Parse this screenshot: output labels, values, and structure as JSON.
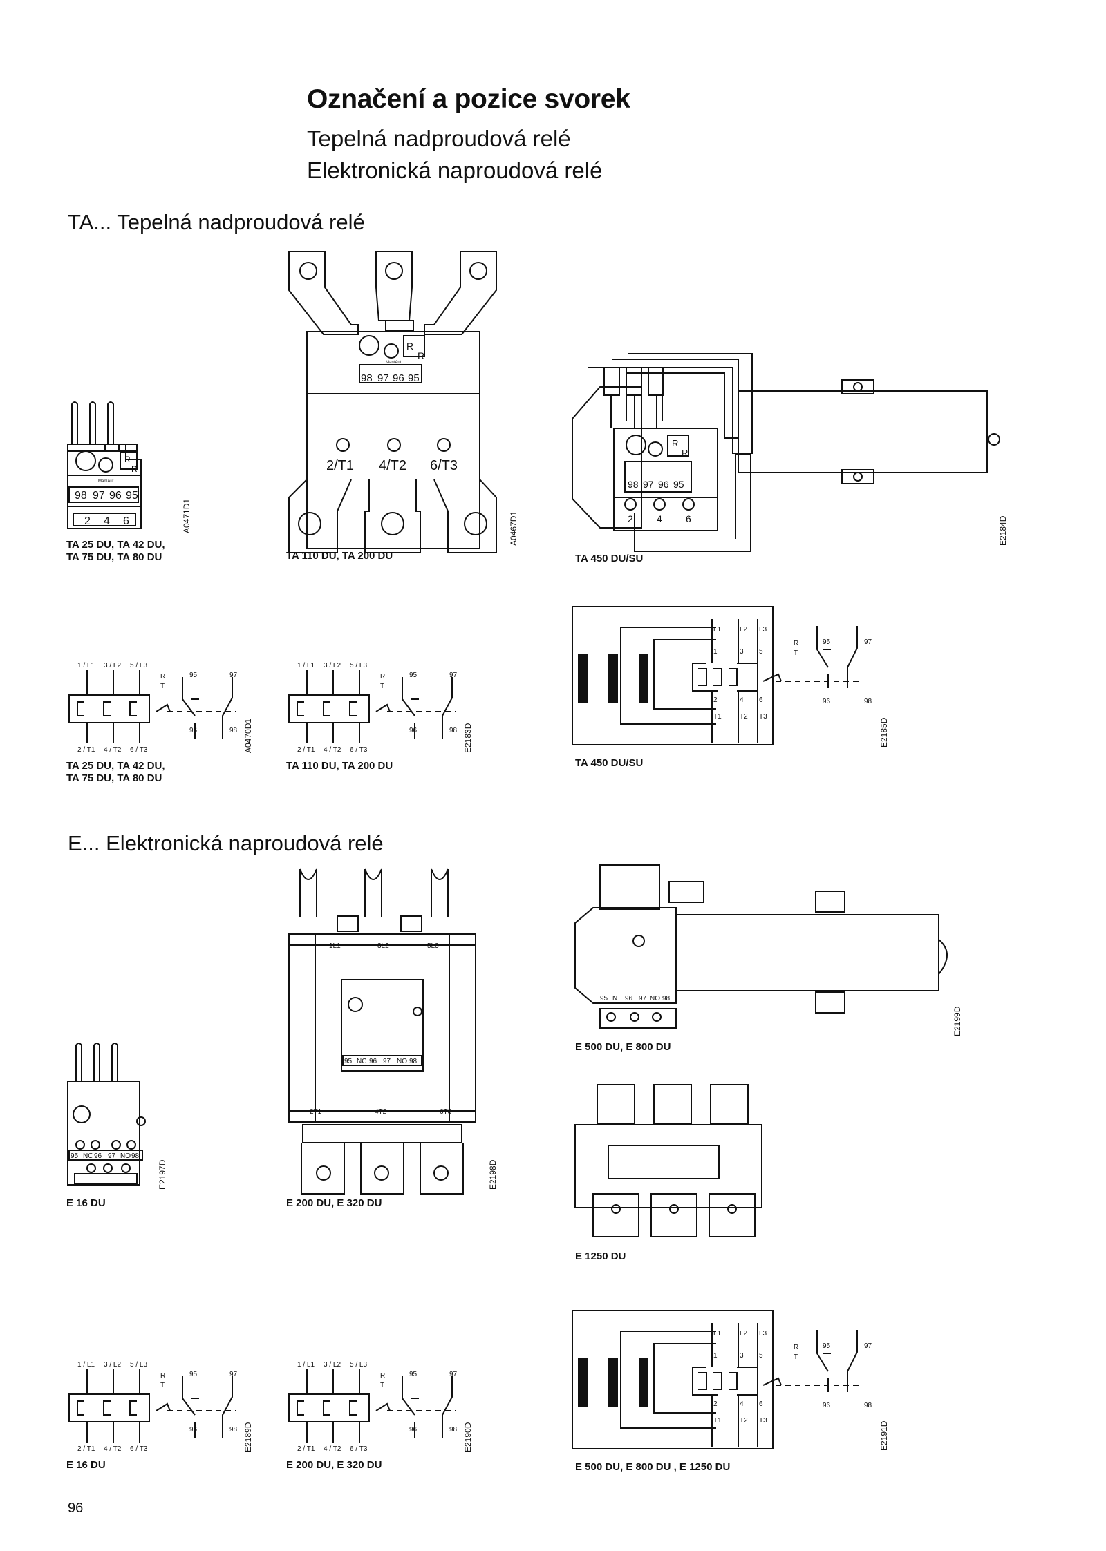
{
  "header": {
    "title": "Označení a pozice svorek",
    "subtitle1": "Tepelná nadproudová relé",
    "subtitle2": "Elektronická naproudová relé"
  },
  "sections": {
    "ta": "TA... Tepelná nadproudová relé",
    "e": "E... Elektronická naproudová relé"
  },
  "captions": {
    "ta25_drawing": "TA 25 DU, TA 42 DU,\nTA 75 DU, TA 80 DU",
    "ta110_drawing": "TA 110 DU, TA 200 DU",
    "ta450_drawing": "TA 450 DU/SU",
    "ta25_schema": "TA 25 DU, TA 42 DU,\nTA 75 DU, TA 80 DU",
    "ta110_schema": "TA 110 DU, TA 200 DU",
    "ta450_schema": "TA 450 DU/SU",
    "e16_drawing": "E 16 DU",
    "e200_drawing": "E 200 DU, E 320 DU",
    "e500_drawing": "E 500 DU, E 800 DU",
    "e1250_drawing": "E 1250 DU",
    "e16_schema": "E 16 DU",
    "e200_schema": "E 200 DU, E 320 DU",
    "e500_schema": "E 500 DU, E 800 DU , E 1250 DU"
  },
  "codes": {
    "ta25": "A0471D1",
    "ta110": "A0467D1",
    "ta450": "E2184D",
    "s1": "A0470D1",
    "s2": "E2183D",
    "s3": "E2185D",
    "e16": "E2197D",
    "e200": "E2198D",
    "e500": "E2199D",
    "s4": "E2189D",
    "s5": "E2190D",
    "s6": "E2191D"
  },
  "labels": {
    "relay_terms": [
      "98",
      "97",
      "96",
      "95"
    ],
    "e_terms": [
      "95",
      "NC",
      "96",
      "97",
      "NO",
      "98"
    ],
    "e500_terms": [
      "95",
      "N",
      "96",
      "97",
      "NO",
      "98"
    ],
    "outputs_big": [
      "2/T1",
      "4/T2",
      "6/T3"
    ],
    "outputs_small": [
      "2",
      "4",
      "6"
    ],
    "e200_top": [
      "1L1",
      "3L2",
      "5L3"
    ],
    "e200_bottom": [
      "2T1",
      "4T2",
      "6T3"
    ],
    "rst": "R",
    "tst": "T",
    "manu": "Man/Aut",
    "schema_top": [
      "1 / L1",
      "3 / L2",
      "5 / L3"
    ],
    "schema_bottom": [
      "2 / T1",
      "4 / T2",
      "6 / T3"
    ],
    "big_top": [
      "L1",
      "L2",
      "L3"
    ],
    "big_mid_top": [
      "1",
      "3",
      "5"
    ],
    "big_mid_bot": [
      "2",
      "4",
      "6"
    ],
    "big_bottom": [
      "T1",
      "T2",
      "T3"
    ],
    "c95": "95",
    "c96": "96",
    "c97": "97",
    "c98": "98"
  },
  "page_number": "96"
}
